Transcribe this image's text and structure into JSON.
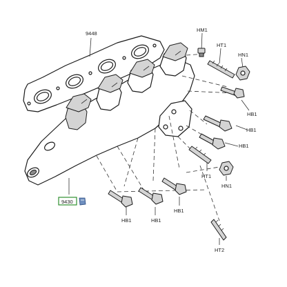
{
  "labels": {
    "gasket": "9448",
    "manifold": "9430",
    "hm1": "HM1",
    "ht1": "HT1",
    "hn1_top": "HN1",
    "hb1_a": "HB1",
    "hb1_b": "HB1",
    "hb1_c": "HB1",
    "ht1_lower": "HT1",
    "hn1_lower": "HN1",
    "hb1_d": "HB1",
    "hb1_e": "HB1",
    "hb1_f": "HB1",
    "ht2": "HT2"
  },
  "colors": {
    "highlight": "#2f8f2f",
    "cart_icon": "#6f8fbf"
  },
  "icons": {
    "part_link": "cart-icon"
  }
}
